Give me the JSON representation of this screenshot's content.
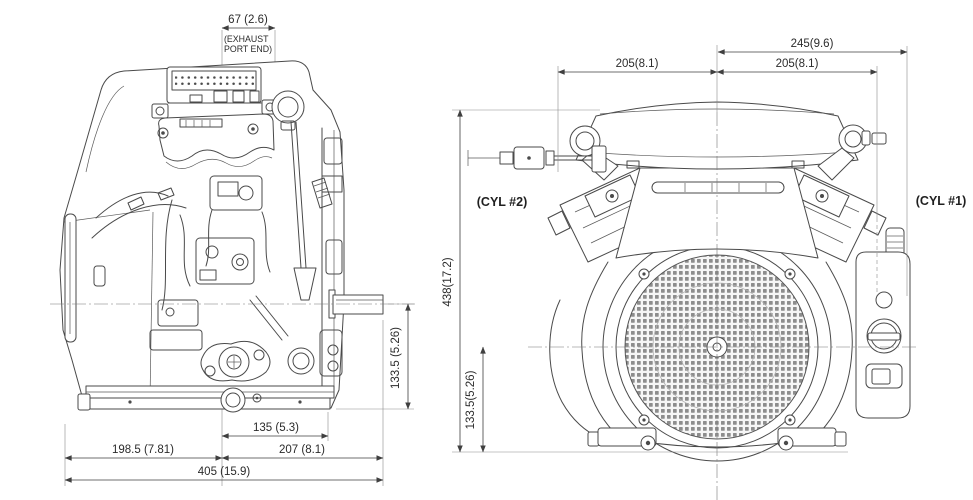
{
  "colors": {
    "background": "#ffffff",
    "line": "#4a4a4a",
    "dimension_line": "#3f3f3f",
    "text": "#2b2b2b",
    "mesh": "#8d8d8d"
  },
  "side_view": {
    "title": "engine-side-view",
    "dims": {
      "exhaust_width": "67 (2.6)",
      "exhaust_note_1": "(EXHAUST",
      "exhaust_note_2": "PORT END)",
      "shaft_center_height": "133.5 (5.26)",
      "shaft_offset": "135 (5.3)",
      "rear_length": "198.5 (7.81)",
      "front_length": "207 (8.1)",
      "overall_length": "405 (15.9)"
    }
  },
  "front_view": {
    "title": "engine-front-view",
    "labels": {
      "cyl1": "(CYL #1)",
      "cyl2": "(CYL #2)"
    },
    "dims": {
      "overall_height": "438(17.2)",
      "crank_center_height": "133.5(5.26)",
      "half_width_overall": "245(9.6)",
      "half_width_left": "205(8.1)",
      "half_width_right": "205(8.1)"
    }
  }
}
